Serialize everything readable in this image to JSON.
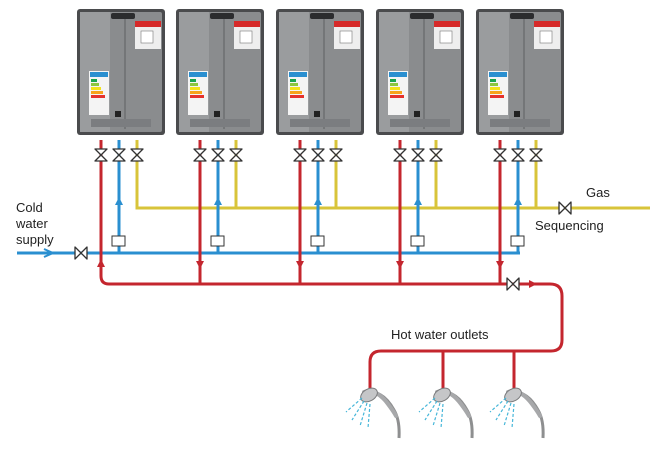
{
  "labels": {
    "cold_water_supply": [
      "Cold",
      "water",
      "supply"
    ],
    "gas": "Gas",
    "sequencing": "Sequencing",
    "hot_water_outlets": "Hot water outlets"
  },
  "heaters": {
    "count": 5
  },
  "showers": {
    "count": 3
  },
  "colors": {
    "cold_pipe": "#2a8fd0",
    "hot_pipe": "#c4262e",
    "gas_pipe": "#d8c43a",
    "heater_body": "#8a8c8e",
    "heater_frame": "#4a4b4d",
    "valve": "#333333",
    "water_spray": "#45b6d9"
  }
}
